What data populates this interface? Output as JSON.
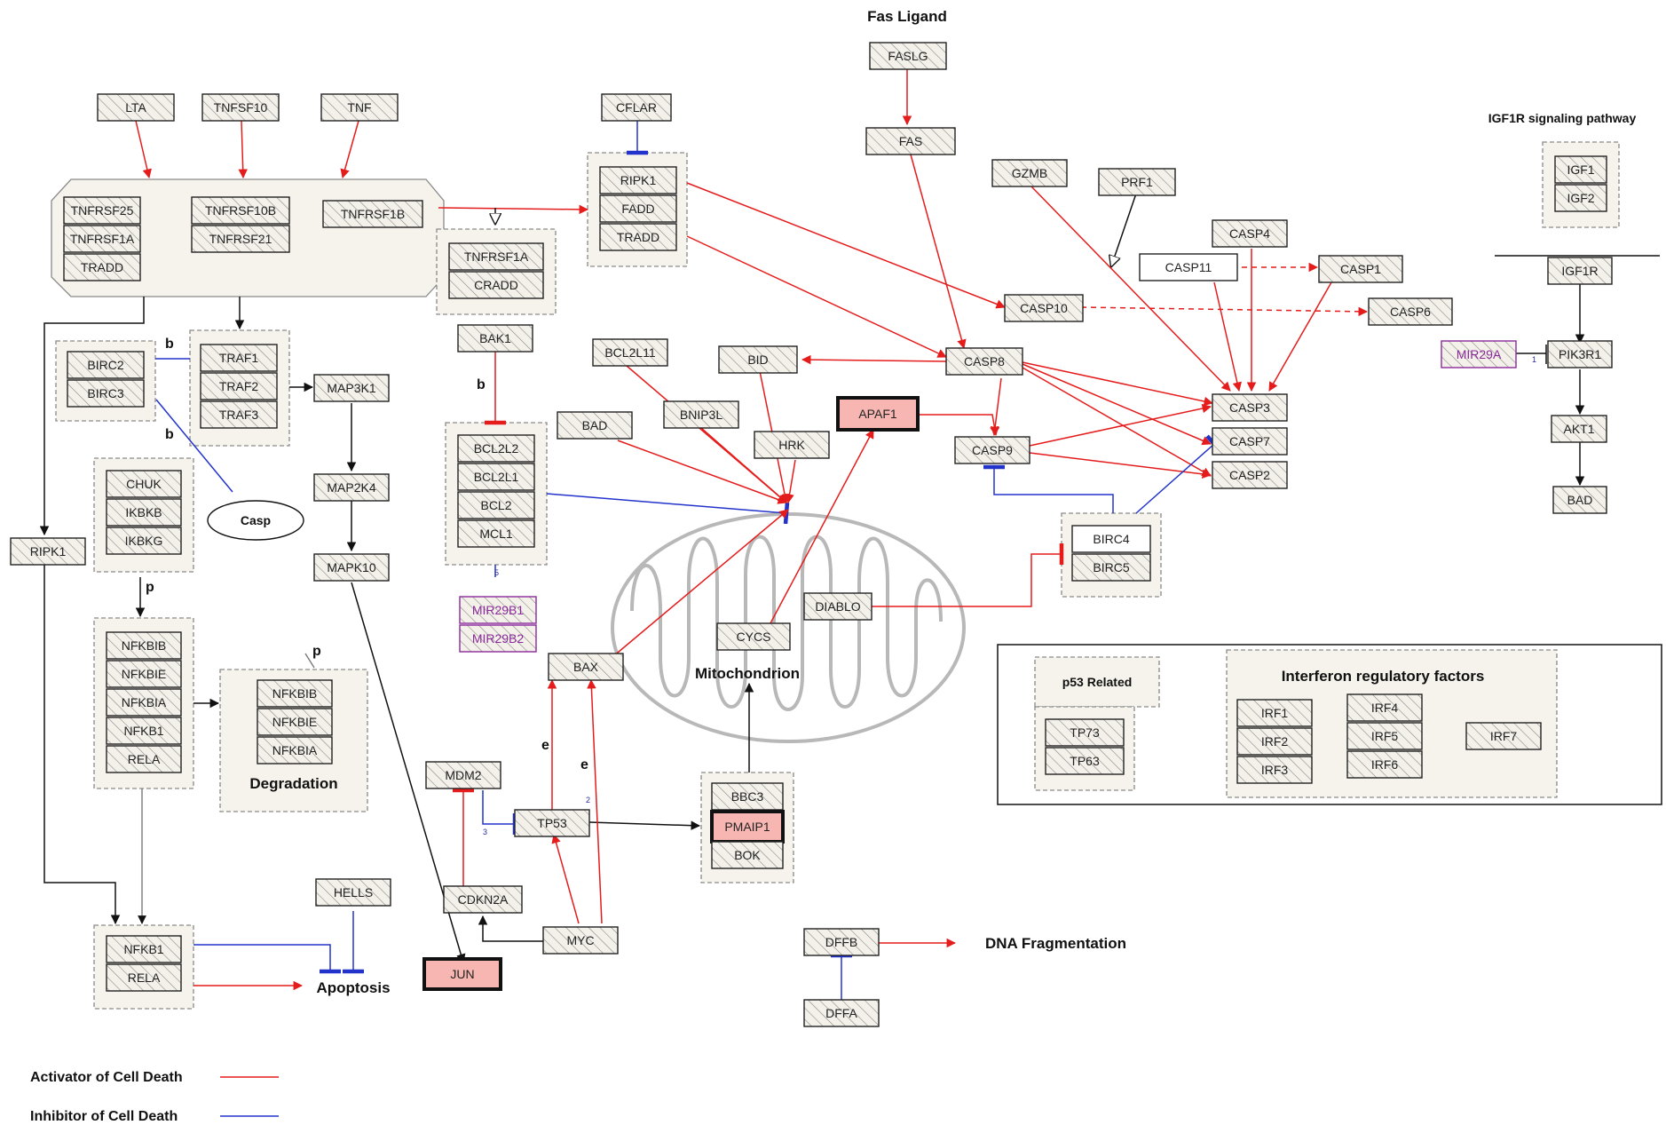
{
  "colors": {
    "activator": "#e51c1c",
    "inhibitor": "#2233cc",
    "highlight": "#f7b6b2",
    "mirna": "#8a2a9a",
    "group_fill": "#f6f3ec"
  },
  "labels": {
    "fas_ligand": "Fas Ligand",
    "igf1r_pathway": "IGF1R signaling pathway",
    "mitochondrion": "Mitochondrion",
    "degradation": "Degradation",
    "apoptosis": "Apoptosis",
    "dna_fragmentation": "DNA Fragmentation",
    "p53_related": "p53 Related",
    "interferon": "Interferon regulatory factors",
    "casp": "Casp",
    "b1": "b",
    "b2": "b",
    "b3": "b",
    "p1": "p",
    "p2": "p",
    "e1": "e",
    "e2": "e",
    "n1": "1",
    "n2": "2",
    "n3": "3",
    "n5": "5"
  },
  "legend": {
    "activator": "Activator of Cell Death",
    "inhibitor": "Inhibitor of Cell Death"
  },
  "nodes": {
    "LTA": "LTA",
    "TNFSF10": "TNFSF10",
    "TNF": "TNF",
    "TNFRSF25": "TNFRSF25",
    "TNFRSF1A": "TNFRSF1A",
    "TRADD": "TRADD",
    "TNFRSF10B": "TNFRSF10B",
    "TNFRSF21": "TNFRSF21",
    "TNFRSF1B": "TNFRSF1B",
    "CFLAR": "CFLAR",
    "RIPK1_c": "RIPK1",
    "FADD": "FADD",
    "TRADD_c": "TRADD",
    "TNFRSF1A_c": "TNFRSF1A",
    "CRADD": "CRADD",
    "FASLG": "FASLG",
    "FAS": "FAS",
    "GZMB": "GZMB",
    "PRF1": "PRF1",
    "CASP4": "CASP4",
    "CASP11": "CASP11",
    "CASP1": "CASP1",
    "CASP10": "CASP10",
    "CASP6": "CASP6",
    "CASP8": "CASP8",
    "CASP3": "CASP3",
    "CASP7": "CASP7",
    "CASP2": "CASP2",
    "CASP9": "CASP9",
    "IGF1": "IGF1",
    "IGF2": "IGF2",
    "IGF1R": "IGF1R",
    "MIR29A": "MIR29A",
    "PIK3R1": "PIK3R1",
    "AKT1": "AKT1",
    "BAD_r": "BAD",
    "BIRC2": "BIRC2",
    "BIRC3": "BIRC3",
    "TRAF1": "TRAF1",
    "TRAF2": "TRAF2",
    "TRAF3": "TRAF3",
    "MAP3K1": "MAP3K1",
    "MAP2K4": "MAP2K4",
    "MAPK10": "MAPK10",
    "BAK1": "BAK1",
    "BCL2L2": "BCL2L2",
    "BCL2L1": "BCL2L1",
    "BCL2": "BCL2",
    "MCL1": "MCL1",
    "MIR29B1": "MIR29B1",
    "MIR29B2": "MIR29B2",
    "BCL2L11": "BCL2L11",
    "BNIP3L": "BNIP3L",
    "BID": "BID",
    "BAD": "BAD",
    "HRK": "HRK",
    "APAF1": "APAF1",
    "CYCS": "CYCS",
    "DIABLO": "DIABLO",
    "BIRC4": "BIRC4",
    "BIRC5": "BIRC5",
    "CHUK": "CHUK",
    "IKBKB": "IKBKB",
    "IKBKG": "IKBKG",
    "RIPK1": "RIPK1",
    "NFKBIB": "NFKBIB",
    "NFKBIE": "NFKBIE",
    "NFKBIA": "NFKBIA",
    "NFKB1": "NFKB1",
    "RELA": "RELA",
    "NFKBIB_d": "NFKBIB",
    "NFKBIE_d": "NFKBIE",
    "NFKBIA_d": "NFKBIA",
    "NFKB1_b": "NFKB1",
    "RELA_b": "RELA",
    "HELLS": "HELLS",
    "BAX": "BAX",
    "MDM2": "MDM2",
    "TP53": "TP53",
    "CDKN2A": "CDKN2A",
    "MYC": "MYC",
    "JUN": "JUN",
    "BBC3": "BBC3",
    "PMAIP1": "PMAIP1",
    "BOK": "BOK",
    "DFFB": "DFFB",
    "DFFA": "DFFA",
    "TP73": "TP73",
    "TP63": "TP63",
    "IRF1": "IRF1",
    "IRF2": "IRF2",
    "IRF3": "IRF3",
    "IRF4": "IRF4",
    "IRF5": "IRF5",
    "IRF6": "IRF6",
    "IRF7": "IRF7"
  }
}
